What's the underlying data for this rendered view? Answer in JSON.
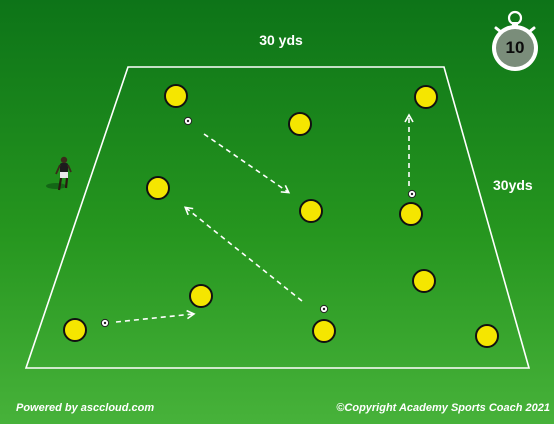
{
  "diagram": {
    "field_width_label": "30 yds",
    "field_length_label": "30yds",
    "timer_minutes": "10"
  },
  "footer": {
    "powered_by": "Powered by asccloud.com",
    "copyright": "©Copyright Academy Sports Coach 2021"
  },
  "colors": {
    "grass_light": "#3ea93a",
    "grass_dark": "#0b6e14",
    "cone": "#f5e600",
    "lines": "#ffffff"
  }
}
